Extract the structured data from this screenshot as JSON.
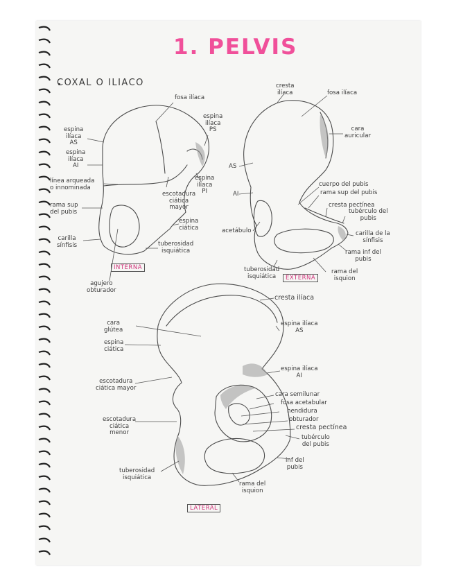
{
  "page": {
    "title": "1. PELVIS",
    "subtitle": "COXAL O ILIACO",
    "accent_color": "#f0509a",
    "tag_color": "#d0337a"
  },
  "interna": {
    "tag": "INTERNA",
    "labels": {
      "fosa_iliaca": "fosa ilíaca",
      "espina_ps": [
        "espina",
        "ilíaca",
        "PS"
      ],
      "espina_as": [
        "espina",
        "ilíaca",
        "AS"
      ],
      "espina_ai": [
        "espina",
        "ilíaca",
        "AI"
      ],
      "linea": [
        "línea arqueada",
        "o innominada"
      ],
      "espina_pi": [
        "espina",
        "ilíaca",
        "PI"
      ],
      "escotadura": [
        "escotadura",
        "ciática",
        "mayor"
      ],
      "rama_sup": [
        "rama sup",
        "del pubis"
      ],
      "espina_ciatica": [
        "espina",
        "ciática"
      ],
      "carilla": [
        "carilla",
        "sínfisis"
      ],
      "tuberosidad": [
        "tuberosidad",
        "isquiática"
      ],
      "agujero": [
        "agujero",
        "obturador"
      ]
    }
  },
  "externa": {
    "tag": "EXTERNA",
    "labels": {
      "cresta": [
        "cresta",
        "ilíaca"
      ],
      "fosa_iliaca": "fosa ilíaca",
      "cara_auricular": [
        "cara",
        "auricular"
      ],
      "as": "AS",
      "ai": "AI",
      "cuerpo": "cuerpo del pubis",
      "rama_sup": "rama sup del pubis",
      "cresta_pectinea": "cresta pectínea",
      "tuberculo": [
        "tubérculo del",
        "pubis"
      ],
      "acetabulo": "acetábulo",
      "carilla": [
        "carilla de la",
        "sínfisis"
      ],
      "rama_inf": [
        "rama inf del",
        "pubis"
      ],
      "tuberosidad": [
        "tuberosidad",
        "isquiática"
      ],
      "rama_isquion": [
        "rama del",
        "isquion"
      ]
    }
  },
  "lateral": {
    "tag": "LATERAL",
    "labels": {
      "cresta": "cresta ilíaca",
      "cara_glutea": [
        "cara",
        "glútea"
      ],
      "espina_as": [
        "espina ilíaca",
        "AS"
      ],
      "espina_ciatica": [
        "espina",
        "ciática"
      ],
      "espina_ai": [
        "espina ilíaca",
        "AI"
      ],
      "escotadura_mayor": [
        "escotadura",
        "ciática mayor"
      ],
      "cara_semilunar": "cara semilunar",
      "fosa_acetabular": "fosa acetabular",
      "hendidura": "hendidura",
      "obturador": "obturador",
      "cresta_pectinea": "cresta pectínea",
      "escotadura_menor": [
        "escotadura",
        "ciática",
        "menor"
      ],
      "tuberculo": [
        "tubérculo",
        "del pubis"
      ],
      "inf_pubis": [
        "inf del",
        "pubis"
      ],
      "tuberosidad": [
        "tuberosidad",
        "isquiática"
      ],
      "rama_isquion": [
        "rama del",
        "isquion"
      ]
    }
  }
}
